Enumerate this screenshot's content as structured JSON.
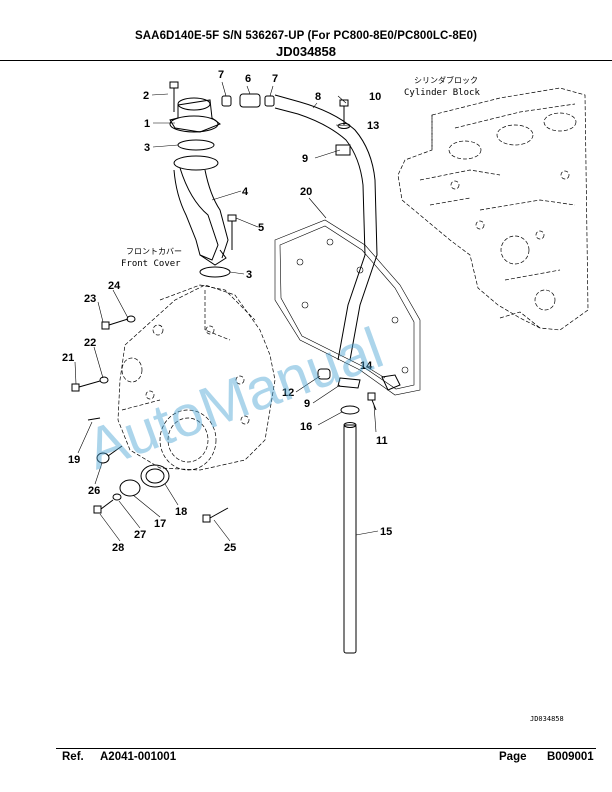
{
  "header": {
    "title": "SAA6D140E-5F S/N 536267-UP (For PC800-8E0/PC800LC-8E0)",
    "code": "JD034858"
  },
  "labels": {
    "cylinder_block_jp": "シリンダブロック",
    "cylinder_block_en": "Cylinder Block",
    "front_cover_jp": "フロントカバー",
    "front_cover_en": "Front Cover",
    "drawing_ref": "JD034858"
  },
  "callouts": [
    "1",
    "2",
    "3",
    "4",
    "5",
    "6",
    "7",
    "7",
    "8",
    "9",
    "10",
    "13",
    "20",
    "3",
    "24",
    "23",
    "22",
    "21",
    "14",
    "12",
    "9",
    "11",
    "16",
    "19",
    "26",
    "17",
    "18",
    "27",
    "28",
    "25",
    "15"
  ],
  "watermark": "AutoManual",
  "footer": {
    "ref_label": "Ref.",
    "ref_value": "A2041-001001",
    "page_label": "Page",
    "page_value": "B009001"
  },
  "colors": {
    "watermark": "#4aa3d4",
    "line": "#000000"
  }
}
